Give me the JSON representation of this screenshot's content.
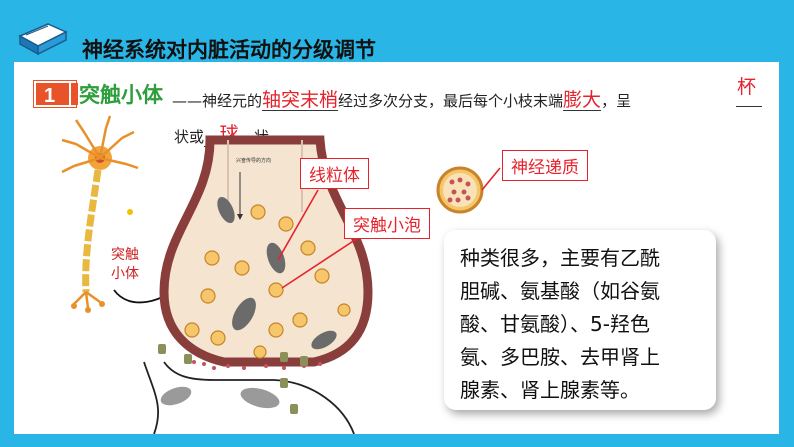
{
  "title": {
    "text": "神经系统对内脏活动的分级调节",
    "icon": "book-icon"
  },
  "section": {
    "number": "1",
    "heading": "突触小体"
  },
  "sentence": {
    "part1": "——神经元的",
    "axon_terminal": "轴突末梢",
    "part2": "经过多次分支，最后每个小枝末端",
    "enlarged": "膨大",
    "part3": "，呈",
    "cup": "杯",
    "part4": "状或",
    "ball": "球",
    "part5": "状。"
  },
  "diagram": {
    "synapse_body_label": "突触小体",
    "direction_label": "兴奋传导的方向",
    "mitochondria_label": "线粒体",
    "vesicle_label": "突触小泡",
    "transmitter_label": "神经递质"
  },
  "info_box": {
    "lines": [
      "种类很多，主要有乙酰",
      "胆碱、氨基酸（如谷氨",
      "酸、甘氨酸）、5-羟色",
      "氨、多巴胺、去甲肾上",
      "腺素、肾上腺素等。"
    ]
  },
  "colors": {
    "background_blue": "#29b6e6",
    "heading_green": "#2e9e3c",
    "accent_red": "#e6232c",
    "number_orange": "#e8532a"
  }
}
